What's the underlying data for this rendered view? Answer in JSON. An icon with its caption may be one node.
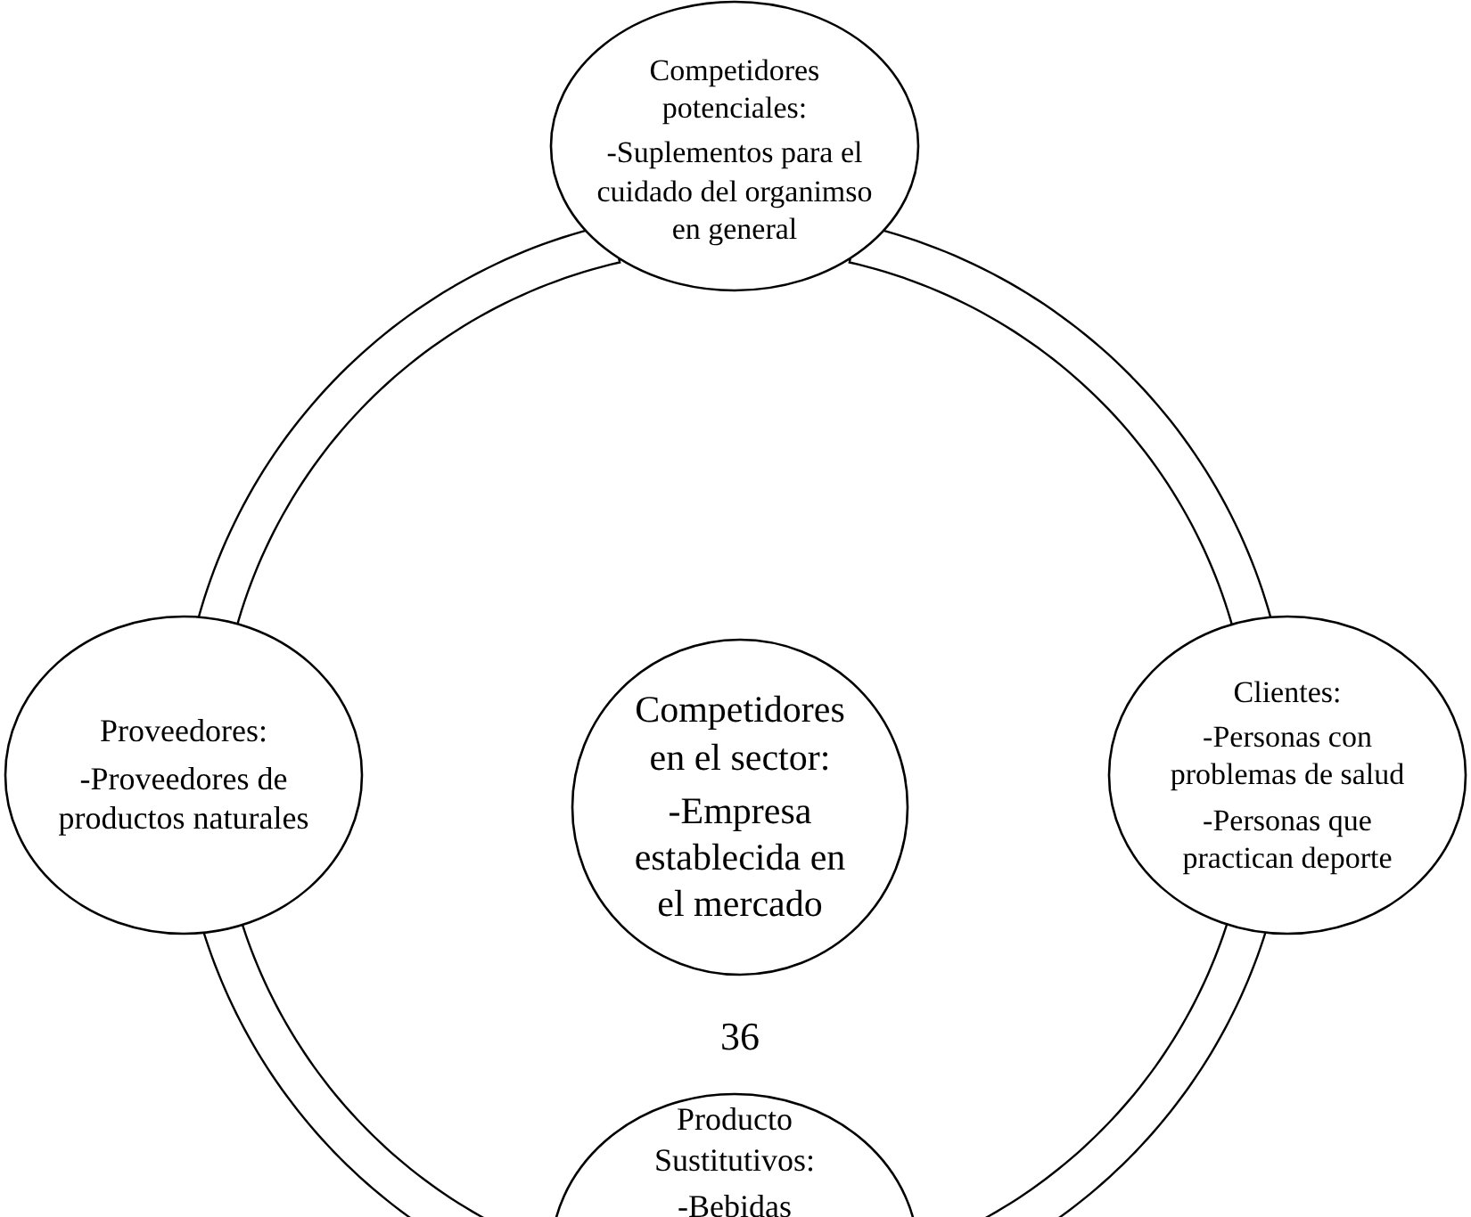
{
  "diagram": {
    "nodes": [
      {
        "text": [
          "Competidores potenciales:",
          "-Suplementos para el cuidado del organimso en general"
        ]
      },
      {
        "text": [
          "Proveedores:",
          "-Proveedores de productos naturales"
        ]
      },
      {
        "text": [
          "Competidores en el sector:",
          "-Empresa establecida en el mercado"
        ]
      },
      {
        "text": [
          "Clientes:",
          "-Personas con problemas de salud",
          "-Personas que practican deporte"
        ]
      },
      {
        "text": [
          "Producto Sustitutivos:",
          "-Bebidas"
        ]
      }
    ],
    "edges": [
      {
        "from": 0,
        "to": 3,
        "arrow": "none"
      },
      {
        "from": 3,
        "to": 4,
        "arrow": "none"
      },
      {
        "from": 4,
        "to": 1,
        "arrow": "none"
      },
      {
        "from": 1,
        "to": 0,
        "arrow": "none"
      }
    ],
    "labels": [
      "36"
    ]
  }
}
